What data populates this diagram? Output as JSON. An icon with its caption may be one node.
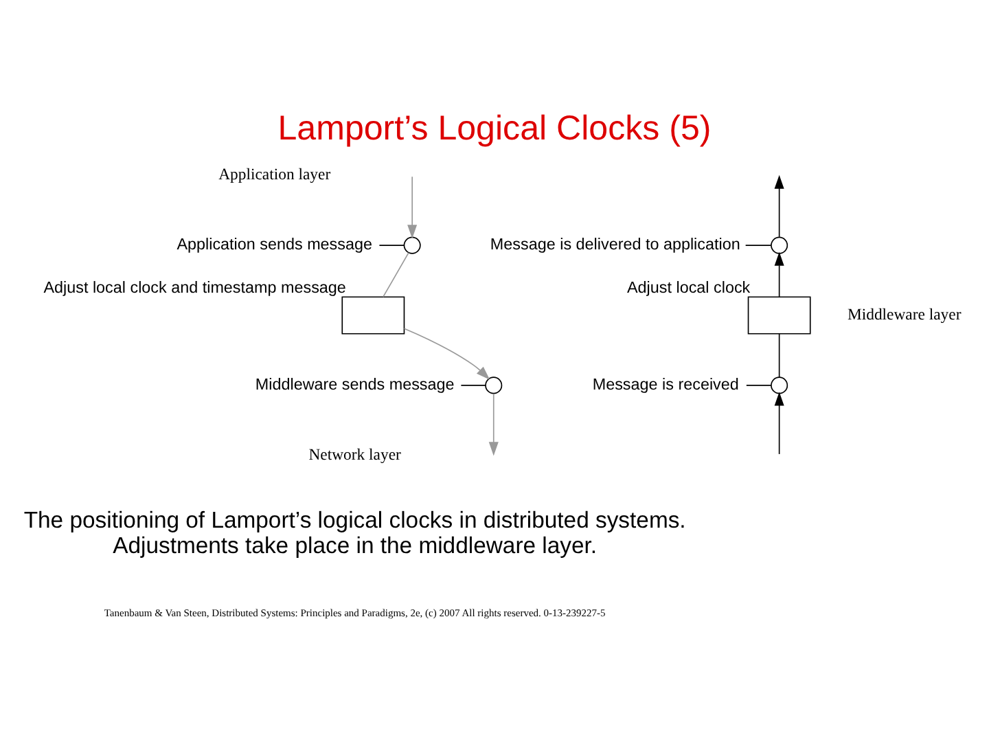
{
  "diagram": {
    "title": "Lamport’s Logical Clocks (5)",
    "caption": "The positioning of Lamport’s logical clocks in distributed systems. Adjustments take place in the middleware layer.",
    "nodes": [
      {
        "text": [
          "Application sends message"
        ]
      },
      {
        "text": [
          "Message is delivered to application"
        ]
      },
      {
        "text": [],
        "shape": "circle"
      },
      {
        "text": [],
        "shape": "circle"
      },
      {
        "text": [],
        "shape": "box",
        "beside": [
          "Adjust local clock and timestamp message"
        ]
      },
      {
        "text": [],
        "shape": "box",
        "beside": [
          "Adjust local clock"
        ]
      },
      {
        "text": [
          "Middleware sends message"
        ]
      },
      {
        "text": [
          "Message is received"
        ]
      },
      {
        "text": [],
        "shape": "circle"
      },
      {
        "text": [],
        "shape": "circle"
      }
    ],
    "edges": [
      {
        "from": null,
        "to": 2,
        "arrow": "to",
        "color": "#999999"
      },
      {
        "from": 2,
        "to": 4,
        "arrow": "none",
        "color": "#999999"
      },
      {
        "from": 4,
        "to": 8,
        "arrow": "to",
        "color": "#999999"
      },
      {
        "from": 8,
        "to": null,
        "arrow": "to",
        "color": "#999999"
      },
      {
        "from": null,
        "to": 9,
        "arrow": "to"
      },
      {
        "from": 9,
        "to": 5,
        "arrow": "none"
      },
      {
        "from": 5,
        "to": 3,
        "arrow": "to"
      },
      {
        "from": 3,
        "to": null,
        "arrow": "to"
      },
      {
        "from": 0,
        "to": 2,
        "arrow": "none"
      },
      {
        "from": 1,
        "to": 3,
        "arrow": "none"
      },
      {
        "from": 6,
        "to": 8,
        "arrow": "none"
      },
      {
        "from": 7,
        "to": 9,
        "arrow": "none"
      }
    ],
    "labels": [
      "Application layer",
      "Middleware layer",
      "Network layer",
      "Tanenbaum & Van Steen, Distributed Systems: Principles and Paradigms, 2e, (c) 2007 All rights reserved. 0-13-239227-5"
    ]
  }
}
